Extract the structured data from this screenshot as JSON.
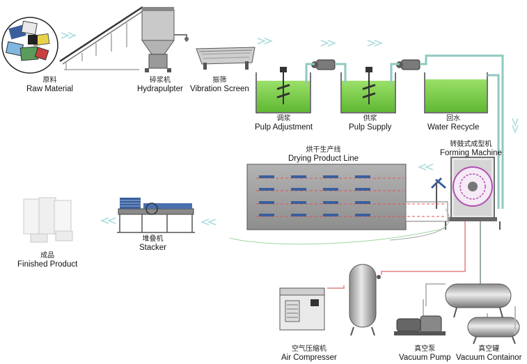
{
  "labels": {
    "raw_material": {
      "zh": "原料",
      "en": "Raw Material"
    },
    "hydrapulpter": {
      "zh": "碎浆机",
      "en": "Hydrapulpter"
    },
    "vibration_screen": {
      "zh": "振筛",
      "en": "Vibration Screen"
    },
    "pulp_adjustment": {
      "zh": "调浆",
      "en": "Pulp Adjustment"
    },
    "pulp_supply": {
      "zh": "供浆",
      "en": "Pulp Supply"
    },
    "water_recycle": {
      "zh": "回水",
      "en": "Water Recycle"
    },
    "forming_machine": {
      "zh": "转鼓式成型机",
      "en": "Forming Machine"
    },
    "drying_line": {
      "zh": "烘干生产线",
      "en": "Drying Product Line"
    },
    "stacker": {
      "zh": "堆叠机",
      "en": "Stacker"
    },
    "finished_product": {
      "zh": "成品",
      "en": "Finished Product"
    },
    "air_compressor": {
      "zh": "空气压缩机",
      "en": "Air Compresser"
    },
    "vacuum_pump": {
      "zh": "真空泵",
      "en": "Vacuum Pump"
    },
    "vacuum_container": {
      "zh": "真空罐",
      "en": "Vacuum Containor"
    }
  },
  "colors": {
    "pulp_green": "#7fd04a",
    "pipe_teal": "#8fc9c0",
    "pipe_red": "#e8a0a0",
    "dryer_gray": "#9a9a9a",
    "arrow_cyan": "#bfe9e8",
    "forming_purple": "#b050b0"
  }
}
